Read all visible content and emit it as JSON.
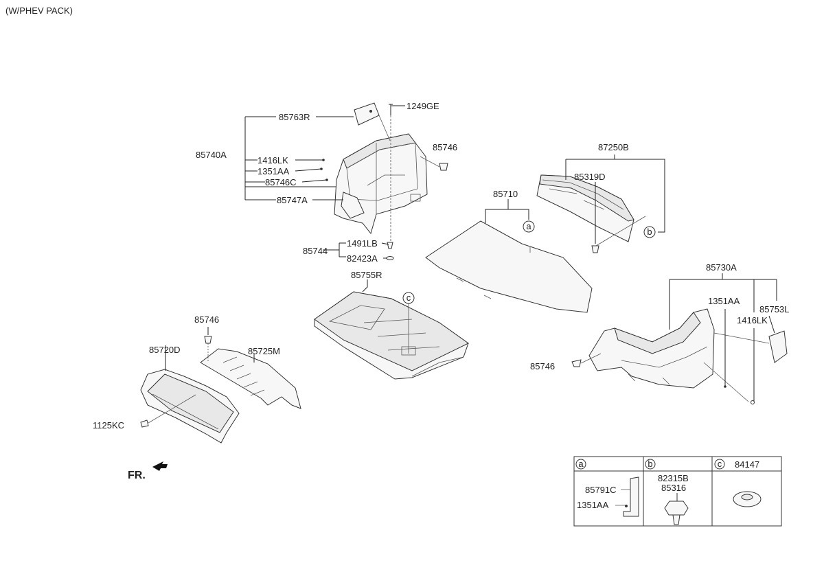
{
  "header": "(W/PHEV PACK)",
  "front_marker": "FR.",
  "labels": {
    "p85763R": "85763R",
    "p1249GE": "1249GE",
    "p85740A": "85740A",
    "p1416LK_a": "1416LK",
    "p1351AA_a": "1351AA",
    "p85746C": "85746C",
    "p85747A": "85747A",
    "p85746_a": "85746",
    "p1491LB": "1491LB",
    "p85744": "85744",
    "p82423A": "82423A",
    "p87250B": "87250B",
    "p85319D": "85319D",
    "p85710": "85710",
    "p85755R": "85755R",
    "p85730A": "85730A",
    "p1351AA_b": "1351AA",
    "p85753L": "85753L",
    "p1416LK_b": "1416LK",
    "p85746_b": "85746",
    "p85746_c": "85746",
    "p85720D": "85720D",
    "p85725M": "85725M",
    "p1125KC": "1125KC"
  },
  "callouts": {
    "a": "a",
    "b": "b",
    "c": "c"
  },
  "legend": {
    "a": {
      "letter": "a",
      "code": "",
      "parts": [
        "85791C",
        "1351AA"
      ]
    },
    "b": {
      "letter": "b",
      "code": "",
      "parts": [
        "82315B",
        "85316"
      ]
    },
    "c": {
      "letter": "c",
      "code": "84147",
      "parts": []
    }
  }
}
